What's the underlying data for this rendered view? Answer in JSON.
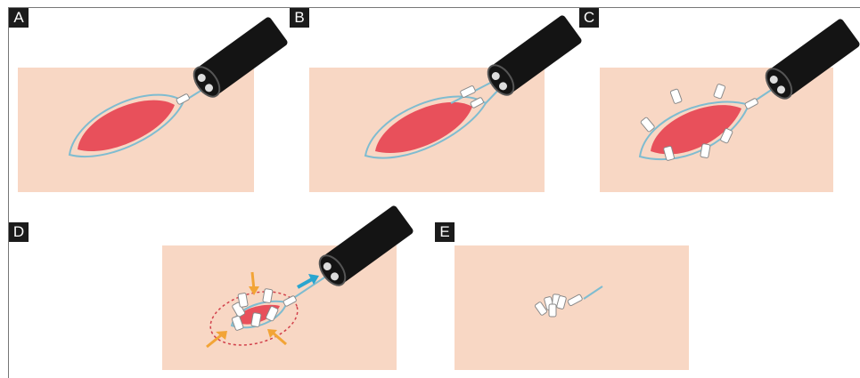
{
  "panels": [
    {
      "id": "a",
      "label": "A"
    },
    {
      "id": "b",
      "label": "B"
    },
    {
      "id": "c",
      "label": "C"
    },
    {
      "id": "d",
      "label": "D"
    },
    {
      "id": "e",
      "label": "E"
    }
  ],
  "colors": {
    "tissue": "#f8d7c4",
    "lesion": "#e8505b",
    "snare_line": "#7fbcd0",
    "endoscope": "#141414",
    "clip": "#ffffff",
    "clip_outline": "#8a8a8a",
    "arrow_orange": "#f2a436",
    "arrow_blue": "#2aa5cf",
    "dotted_circle": "#d2414b"
  },
  "icons": [
    "endoscope-icon",
    "lesion",
    "snare-loop",
    "clip-icon",
    "arrow-icon"
  ]
}
